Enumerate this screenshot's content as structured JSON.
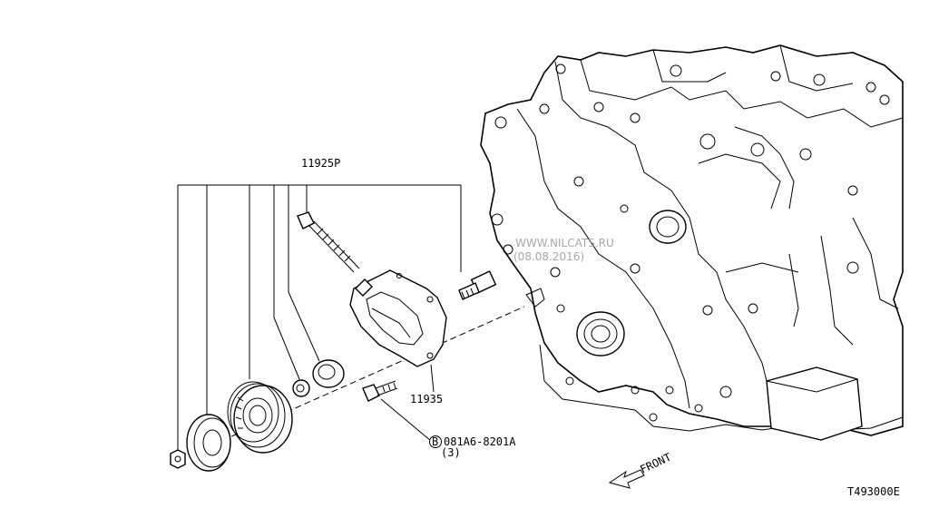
{
  "diagram": {
    "part_labels": {
      "tensioner_assembly": "11925P",
      "bracket": "11935",
      "bolt_code_symbol": "B",
      "bolt_code": "081A6-8201A",
      "bolt_qty": "(3)"
    },
    "direction_label": "FRONT",
    "figure_id": "T493000E",
    "watermark": {
      "line1": "WWW.NILCATS.RU",
      "line2": "(08.08.2016)"
    }
  }
}
